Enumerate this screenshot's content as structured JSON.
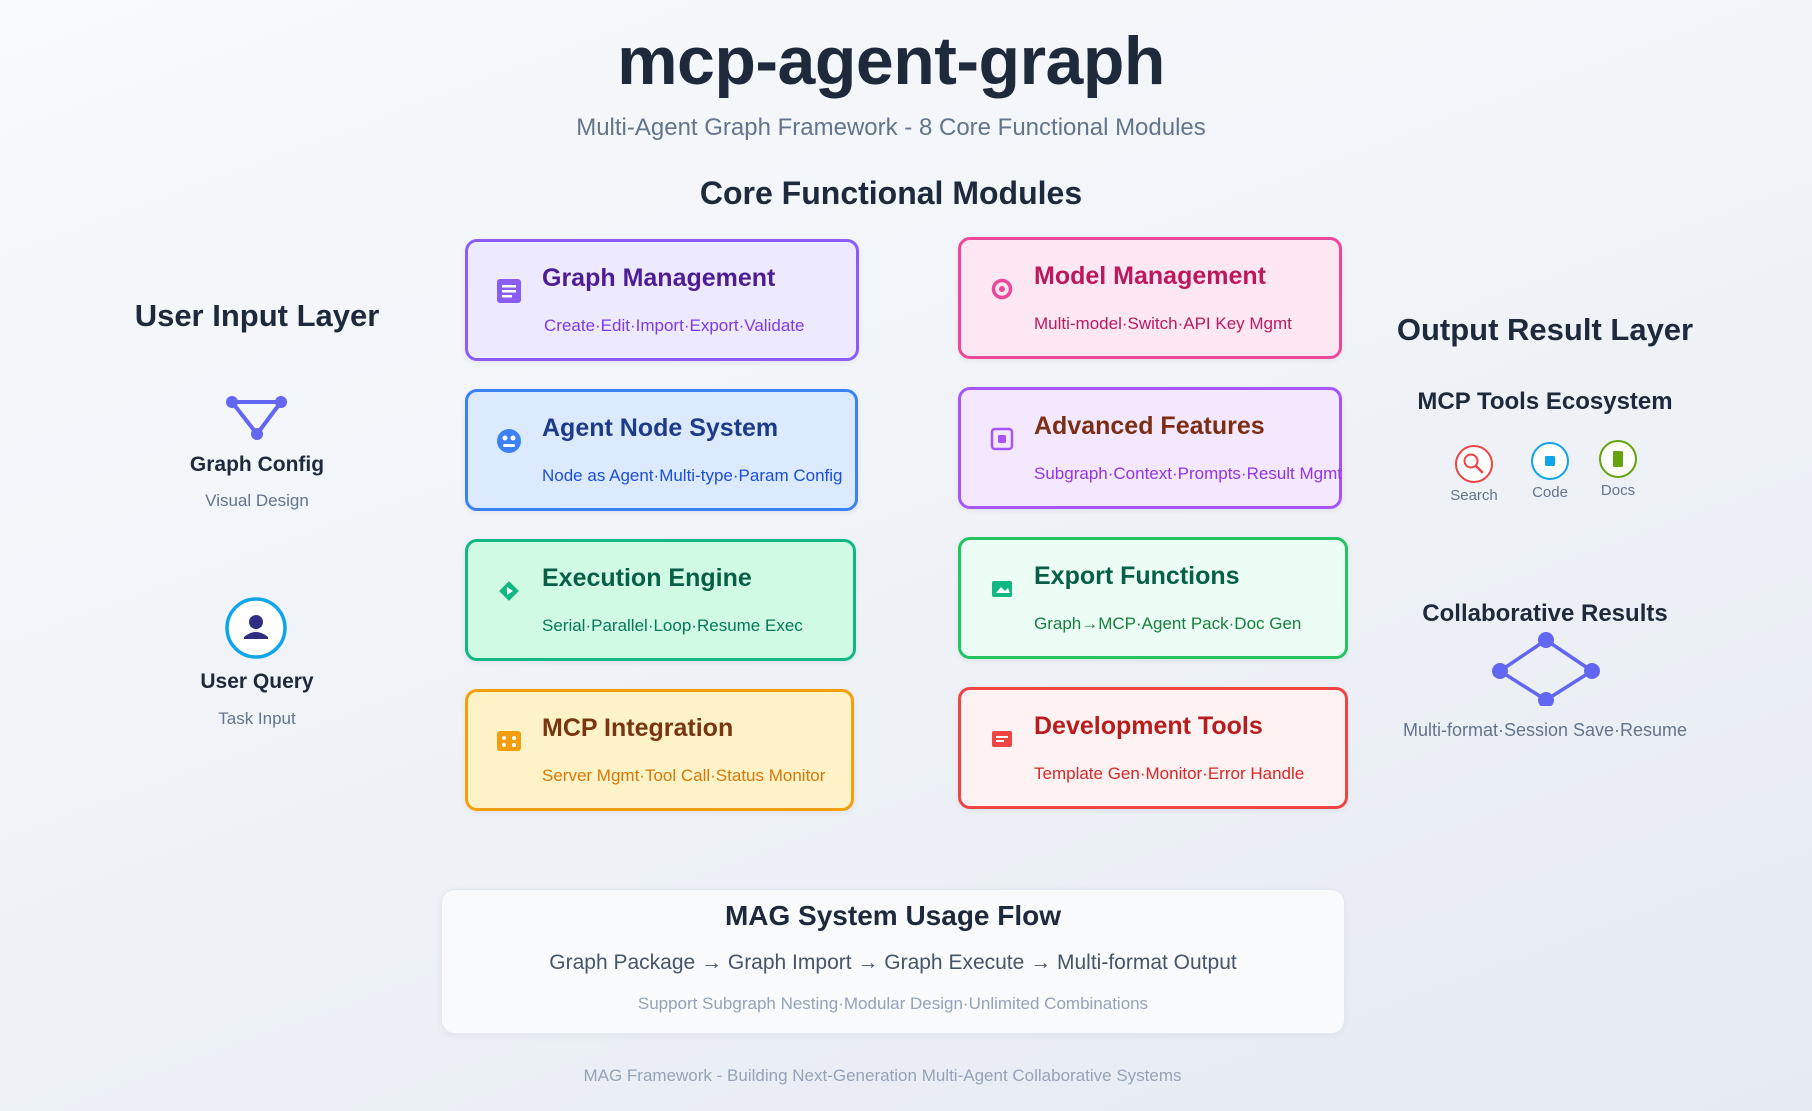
{
  "header": {
    "title": "mcp-agent-graph",
    "subtitle": "Multi-Agent Graph Framework - 8 Core Functional Modules",
    "section_title": "Core Functional Modules"
  },
  "input_layer": {
    "title": "User Input Layer",
    "items": [
      {
        "title": "Graph Config",
        "subtitle": "Visual Design",
        "icon": "triangle-graph-icon"
      },
      {
        "title": "User Query",
        "subtitle": "Task Input",
        "icon": "user-icon"
      }
    ]
  },
  "modules": [
    {
      "title": "Graph Management",
      "desc": "Create·Edit·Import·Export·Validate",
      "icon": "document-icon",
      "colors": {
        "bg": "#ede9fe",
        "border": "#8b5cf6",
        "title": "#4c1d95",
        "desc": "#7c3aed",
        "icon": "#8b5cf6"
      }
    },
    {
      "title": "Model Management",
      "desc": "Multi-model·Switch·API Key Mgmt",
      "icon": "target-icon",
      "colors": {
        "bg": "#fce7f3",
        "border": "#ec4899",
        "title": "#be185d",
        "desc": "#be185d",
        "icon": "#ec4899"
      }
    },
    {
      "title": "Agent Node System",
      "desc": "Node as Agent·Multi-type·Param Config",
      "icon": "robot-face-icon",
      "colors": {
        "bg": "#dbeafe",
        "border": "#3b82f6",
        "title": "#1e3a8a",
        "desc": "#1d4ed8",
        "icon": "#3b82f6"
      }
    },
    {
      "title": "Advanced Features",
      "desc": "Subgraph·Context·Prompts·Result Mgmt",
      "icon": "square-dot-icon",
      "colors": {
        "bg": "#f3e8ff",
        "border": "#a855f7",
        "title": "#7c2d12",
        "desc": "#9333ea",
        "icon": "#a855f7"
      }
    },
    {
      "title": "Execution Engine",
      "desc": "Serial·Parallel·Loop·Resume Exec",
      "icon": "diamond-play-icon",
      "colors": {
        "bg": "#d1fae5",
        "border": "#10b981",
        "title": "#065f46",
        "desc": "#047857",
        "icon": "#10b981"
      }
    },
    {
      "title": "Export Functions",
      "desc": "Graph→MCP·Agent Pack·Doc Gen",
      "icon": "image-icon",
      "colors": {
        "bg": "#ecfdf5",
        "border": "#22c55e",
        "title": "#065f46",
        "desc": "#15803d",
        "icon": "#10b981"
      }
    },
    {
      "title": "MCP Integration",
      "desc": "Server Mgmt·Tool Call·Status Monitor",
      "icon": "server-icon",
      "colors": {
        "bg": "#fef3c7",
        "border": "#f59e0b",
        "title": "#78350f",
        "desc": "#d97706",
        "icon": "#f59e0b"
      }
    },
    {
      "title": "Development Tools",
      "desc": "Template Gen·Monitor·Error Handle",
      "icon": "card-icon",
      "colors": {
        "bg": "#fef2f2",
        "border": "#ef4444",
        "title": "#b91c1c",
        "desc": "#dc2626",
        "icon": "#ef4444"
      }
    }
  ],
  "output_layer": {
    "title": "Output Result Layer",
    "tools": {
      "title": "MCP Tools Ecosystem",
      "items": [
        {
          "label": "Search",
          "icon": "search-icon",
          "color": "#ef4444"
        },
        {
          "label": "Code",
          "icon": "code-icon",
          "color": "#0ea5e9"
        },
        {
          "label": "Docs",
          "icon": "docs-icon",
          "color": "#65a30d"
        }
      ]
    },
    "results": {
      "title": "Collaborative Results",
      "subtitle": "Multi-format·Session Save·Resume",
      "icon": "diamond-network-icon"
    }
  },
  "flow": {
    "title": "MAG System Usage Flow",
    "steps": "Graph Package → Graph Import → Graph Execute → Multi-format Output",
    "note": "Support Subgraph Nesting·Modular Design·Unlimited Combinations"
  },
  "footer": "MAG Framework - Building Next-Generation Multi-Agent Collaborative Systems"
}
